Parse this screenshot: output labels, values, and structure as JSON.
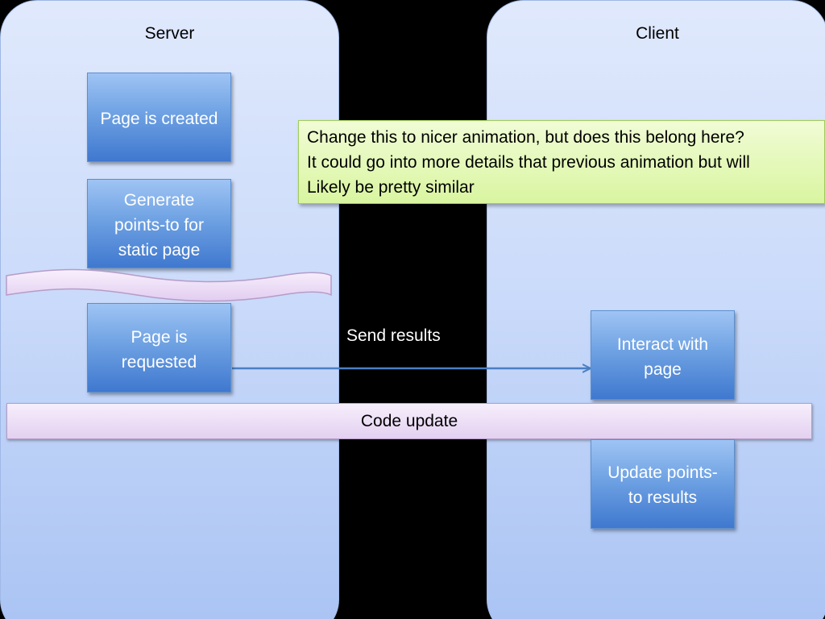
{
  "lanes": {
    "server_title": "Server",
    "client_title": "Client"
  },
  "server_boxes": {
    "page_created": "Page is created",
    "generate_line1": "Generate",
    "generate_line2": "points-to for",
    "generate_line3": "static page",
    "requested_line1": "Page is",
    "requested_line2": "requested"
  },
  "client_boxes": {
    "interact_line1": "Interact with",
    "interact_line2": "page",
    "update_line1": "Update points-",
    "update_line2": "to results"
  },
  "note": {
    "line1": "Change this to nicer animation, but does this belong here?",
    "line2": "It could go into more details that previous animation but will",
    "line3": "Likely be pretty similar"
  },
  "arrow": {
    "label": "Send results"
  },
  "code_bar": {
    "label": "Code update"
  },
  "colors": {
    "background": "#000000",
    "lane_fill": "#cbdbfa",
    "box_fill": "#6fa2e3",
    "note_fill": "#d9f5a0",
    "wave_fill": "#eedcf5",
    "arrow": "#4a7fc4"
  }
}
